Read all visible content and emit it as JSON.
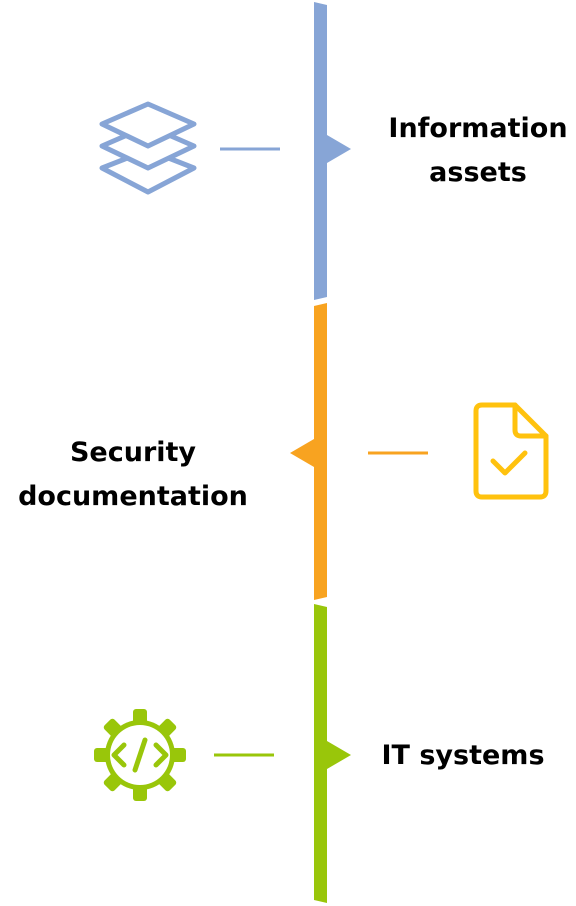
{
  "timeline": {
    "sections": [
      {
        "id": "information-assets",
        "label_lines": [
          "Information",
          "assets"
        ],
        "color": "#87A5D6",
        "icon": "layers-icon",
        "side": "right"
      },
      {
        "id": "security-documentation",
        "label_lines": [
          "Security",
          "documentation"
        ],
        "color": "#F8A320",
        "icon": "document-check-icon",
        "icon_color": "#FFC20E",
        "side": "left"
      },
      {
        "id": "it-systems",
        "label_lines": [
          "IT systems"
        ],
        "color": "#99C60A",
        "icon": "gear-code-icon",
        "side": "right"
      }
    ]
  }
}
